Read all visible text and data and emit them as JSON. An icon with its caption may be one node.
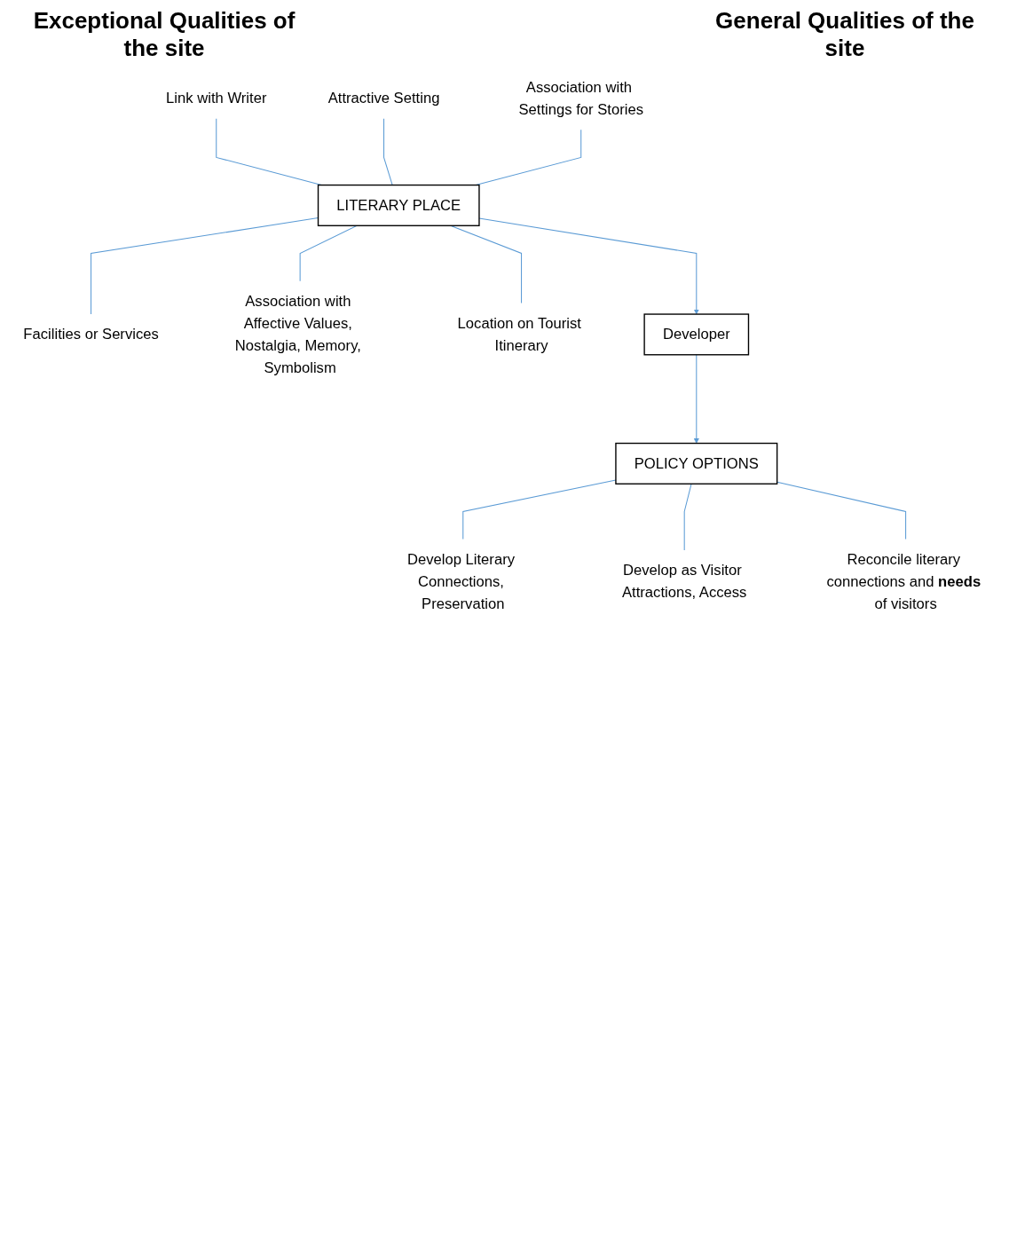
{
  "diagram": {
    "nodes": [
      {
        "text": [
          "Link with Writer"
        ]
      },
      {
        "text": [
          "Attractive Setting"
        ]
      },
      {
        "text": [
          "Association with Settings for Stories"
        ]
      },
      {
        "text": [
          "LITERARY PLACE"
        ]
      },
      {
        "text": [
          "Facilities or Services"
        ]
      },
      {
        "text": [
          "Association with Affective Values, Nostalgia, Memory, Symbolism"
        ]
      },
      {
        "text": [
          "Location on Tourist Itinerary"
        ]
      },
      {
        "text": [
          "Developer"
        ]
      },
      {
        "text": [
          "Develop Literary Connections, Preservation"
        ]
      },
      {
        "text": [
          "POLICY OPTIONS"
        ]
      },
      {
        "text": [
          "Develop as Visitor Attractions, Access"
        ]
      },
      {
        "text": [
          "Reconcile literary connections and **needs** of visitors"
        ]
      }
    ],
    "edges": [
      {
        "from": 0,
        "to": 3,
        "arrow": "none"
      },
      {
        "from": 1,
        "to": 3,
        "arrow": "none"
      },
      {
        "from": 2,
        "to": 3,
        "arrow": "none"
      },
      {
        "from": 3,
        "to": 4,
        "arrow": "none"
      },
      {
        "from": 3,
        "to": 5,
        "arrow": "none"
      },
      {
        "from": 3,
        "to": 6,
        "arrow": "none"
      },
      {
        "from": 3,
        "to": 7,
        "arrow": "to"
      },
      {
        "from": 7,
        "to": 9,
        "arrow": "to"
      },
      {
        "from": 9,
        "to": 8,
        "arrow": "none"
      },
      {
        "from": 9,
        "to": 10,
        "arrow": "none"
      },
      {
        "from": 9,
        "to": 11,
        "arrow": "none"
      }
    ],
    "labels": [
      "Exceptional Qualities of the site",
      "General Qualities of the site"
    ]
  }
}
